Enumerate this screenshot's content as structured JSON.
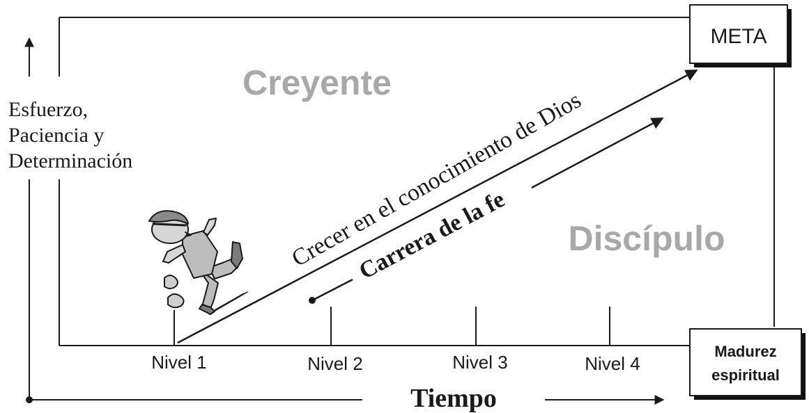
{
  "labels": {
    "meta": "META",
    "madurez": "Madurez",
    "espiritual": "espiritual",
    "creyente": "Creyente",
    "discipulo": "Discípulo",
    "y_axis_line1": "Esfuerzo,",
    "y_axis_line2": "Paciencia y",
    "y_axis_line3": "Determinación",
    "x_axis": "Tiempo",
    "upper_arrow": "Crecer en el conocimiento de Dios",
    "lower_arrow": "Carrera de la fe"
  },
  "levels": [
    "Nivel 1",
    "Nivel 2",
    "Nivel 3",
    "Nivel 4"
  ],
  "icons": {
    "runner": "runner-icon"
  },
  "colors": {
    "ink": "#1a1a1a",
    "faded_text": "#a8a8a8",
    "box_shadow": "#111111",
    "runner_fill": "#bdbdbd"
  }
}
